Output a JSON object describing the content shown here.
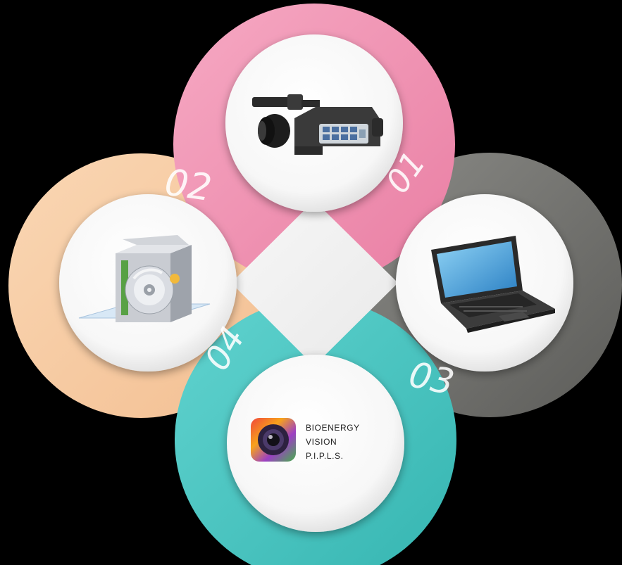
{
  "diagram": {
    "segments": [
      {
        "id": "01",
        "label": "01",
        "color": "#ef8fb0",
        "icon": "video-camera-icon"
      },
      {
        "id": "02",
        "label": "02",
        "color": "#f7c9a0",
        "icon": "software-box-icon"
      },
      {
        "id": "03",
        "label": "03",
        "color": "#6f6f6c",
        "icon": "laptop-icon"
      },
      {
        "id": "04",
        "label": "04",
        "color": "#4ec9c4",
        "icon": "bioenergy-vision-logo"
      }
    ],
    "logo": {
      "line1": "BIOENERGY",
      "line2": "VISION",
      "line3": "P.I.P.L.S."
    }
  }
}
